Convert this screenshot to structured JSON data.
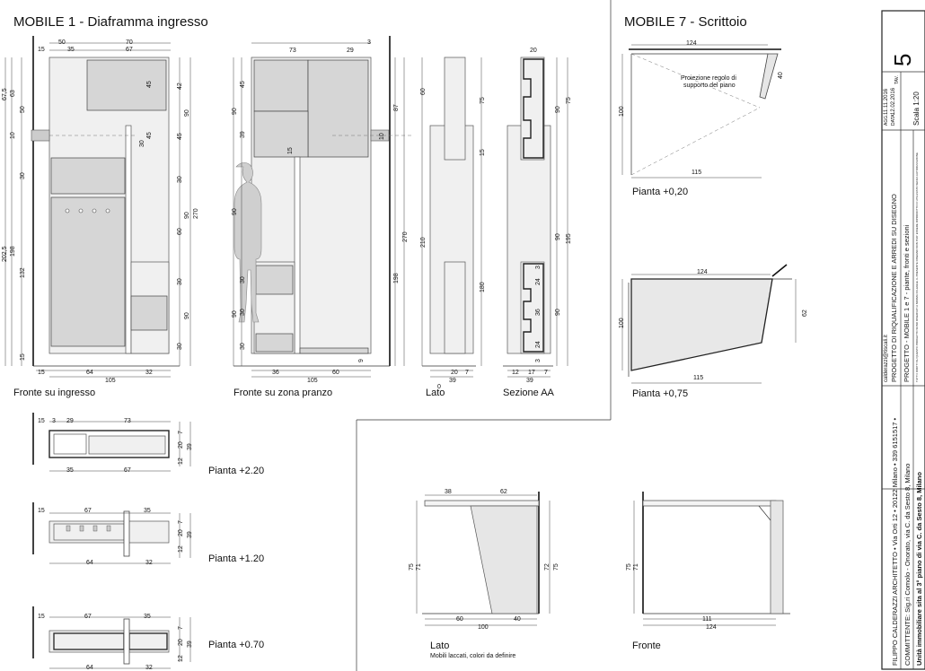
{
  "sections": {
    "mobile1": "MOBILE 1 - Diaframma ingresso",
    "mobile7": "MOBILE 7 - Scrittoio"
  },
  "views": {
    "fronte_ingresso": "Fronte su ingresso",
    "fronte_pranzo": "Fronte su zona pranzo",
    "lato1": "Lato",
    "sezione": "Sezione AA",
    "pianta220": "Pianta +2.20",
    "pianta120": "Pianta +1.20",
    "pianta070": "Pianta +0.70",
    "pianta020": "Pianta +0,20",
    "pianta075": "Pianta +0,75",
    "lato7": "Lato",
    "fronte7": "Fronte"
  },
  "notes": {
    "proiezione": "Proiezione regolo di",
    "proiezione2": "supporto del piano",
    "mobili": "Mobili laccati, colori da definire"
  },
  "dims": {
    "f1_top": [
      "50",
      "70",
      "35",
      "67",
      "15"
    ],
    "f1_bottom": [
      "15",
      "64",
      "32",
      "105"
    ],
    "f1_left": [
      "67,5",
      "63",
      "50",
      "10",
      "30",
      "202,5",
      "198",
      "132",
      "15"
    ],
    "f1_right": [
      "42",
      "90",
      "45",
      "30",
      "90",
      "270",
      "60",
      "30",
      "90",
      "30"
    ],
    "f1_inner": [
      "45",
      "30",
      "45"
    ],
    "f2_top": [
      "73",
      "29",
      "3"
    ],
    "f2_bottom": [
      "36",
      "60",
      "105",
      "9"
    ],
    "f2_left": [
      "45",
      "90",
      "39",
      "15",
      "90",
      "30",
      "90",
      "30",
      "30"
    ],
    "f2_right": [
      "87",
      "270",
      "198",
      "10"
    ],
    "lato": [
      "60",
      "75",
      "15",
      "210",
      "180",
      "20",
      "7",
      "39",
      "0"
    ],
    "sez": [
      "20",
      "90",
      "75",
      "90",
      "195",
      "3",
      "24",
      "36",
      "90",
      "24",
      "3",
      "12",
      "17",
      "7",
      "39"
    ],
    "p220": [
      "15",
      "29",
      "73",
      "3",
      "67",
      "35",
      "7",
      "20",
      "39",
      "12"
    ],
    "p120": [
      "15",
      "67",
      "35",
      "7",
      "20",
      "39",
      "12",
      "64",
      "32"
    ],
    "p070": [
      "15",
      "67",
      "35",
      "7",
      "20",
      "39",
      "12",
      "64",
      "32"
    ],
    "m7_p020": [
      "124",
      "100",
      "115",
      "40"
    ],
    "m7_p075": [
      "124",
      "100",
      "62",
      "115"
    ],
    "m7_lato": [
      "38",
      "62",
      "75",
      "71",
      "72",
      "75",
      "60",
      "40",
      "100"
    ],
    "m7_fronte": [
      "75",
      "71",
      "111",
      "124"
    ]
  },
  "title_block": {
    "tav_num": "5",
    "tav_label": "TAV.",
    "agg_label": "AGG.",
    "agg_date": "11.11.2016",
    "data_label": "DATA",
    "data_date": "12.02.2016",
    "scala": "Scala 1:20",
    "progetto1": "PROGETTO DI RIQUALIFICAZIONE E ARREDI SU DISEGNO",
    "progetto2": "PROGETTO - MOBILE 1 e 7 - piante, fronti e sezioni",
    "fine_print": "TUTTI I DIRITTI SU QUESTO PROGETTO SONO RISERVATI A NORMA DI LEGGE. IL PRESENTE DISEGNO NON PUO' ESSERE RIPRODOTTO O UTILIZZATO SENZA AUTORIZZAZIONE",
    "email": "calderazzi@tiscali.it",
    "committente": "COMMITTENTE: Sig.ri Comolo - Onorato, via C. da Sesto 8, Milano",
    "unita": "Unità immobiliare sita al 3° piano di via C. da Sesto 8, Milano",
    "studio": "FILIPPO CALDERAZZI ARCHITETTO  •  Via Orti 12  •  20122 Milano  •  339 6151517  •"
  }
}
